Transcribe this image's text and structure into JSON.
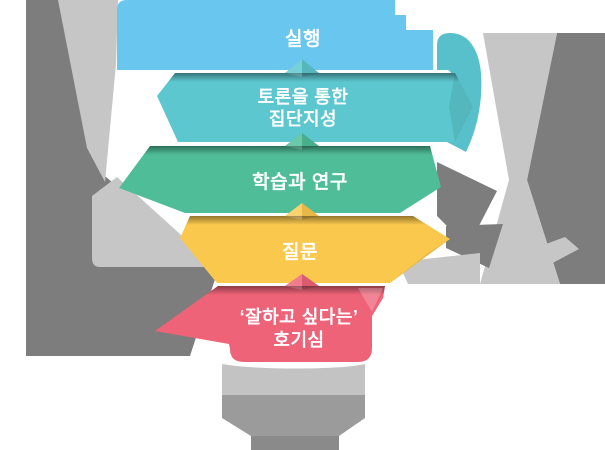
{
  "diagram": {
    "type": "funnel",
    "levels": [
      {
        "id": "execution",
        "lines": [
          "실행"
        ],
        "color": "#68c6ef"
      },
      {
        "id": "collective-intelligence",
        "lines": [
          "토론을 통한",
          "집단지성"
        ],
        "color": "#5dc7cf"
      },
      {
        "id": "learning-research",
        "lines": [
          "학습과 연구"
        ],
        "color": "#4fbe98"
      },
      {
        "id": "question",
        "lines": [
          "질문"
        ],
        "color": "#fbc84e"
      },
      {
        "id": "curiosity",
        "lines": [
          "‘잘하고 싶다는’",
          "호기심"
        ],
        "color": "#ee6378"
      }
    ],
    "text_color": "#ffffff",
    "background_shapes": {
      "light_gray": "#c6c6c6",
      "dark_gray": "#7d7d7d"
    },
    "reflection_steps": [
      "#c3c3c3",
      "#9b9b9b",
      "#8a8a8a"
    ],
    "ribbon_curl_color": "#57c0ca"
  }
}
